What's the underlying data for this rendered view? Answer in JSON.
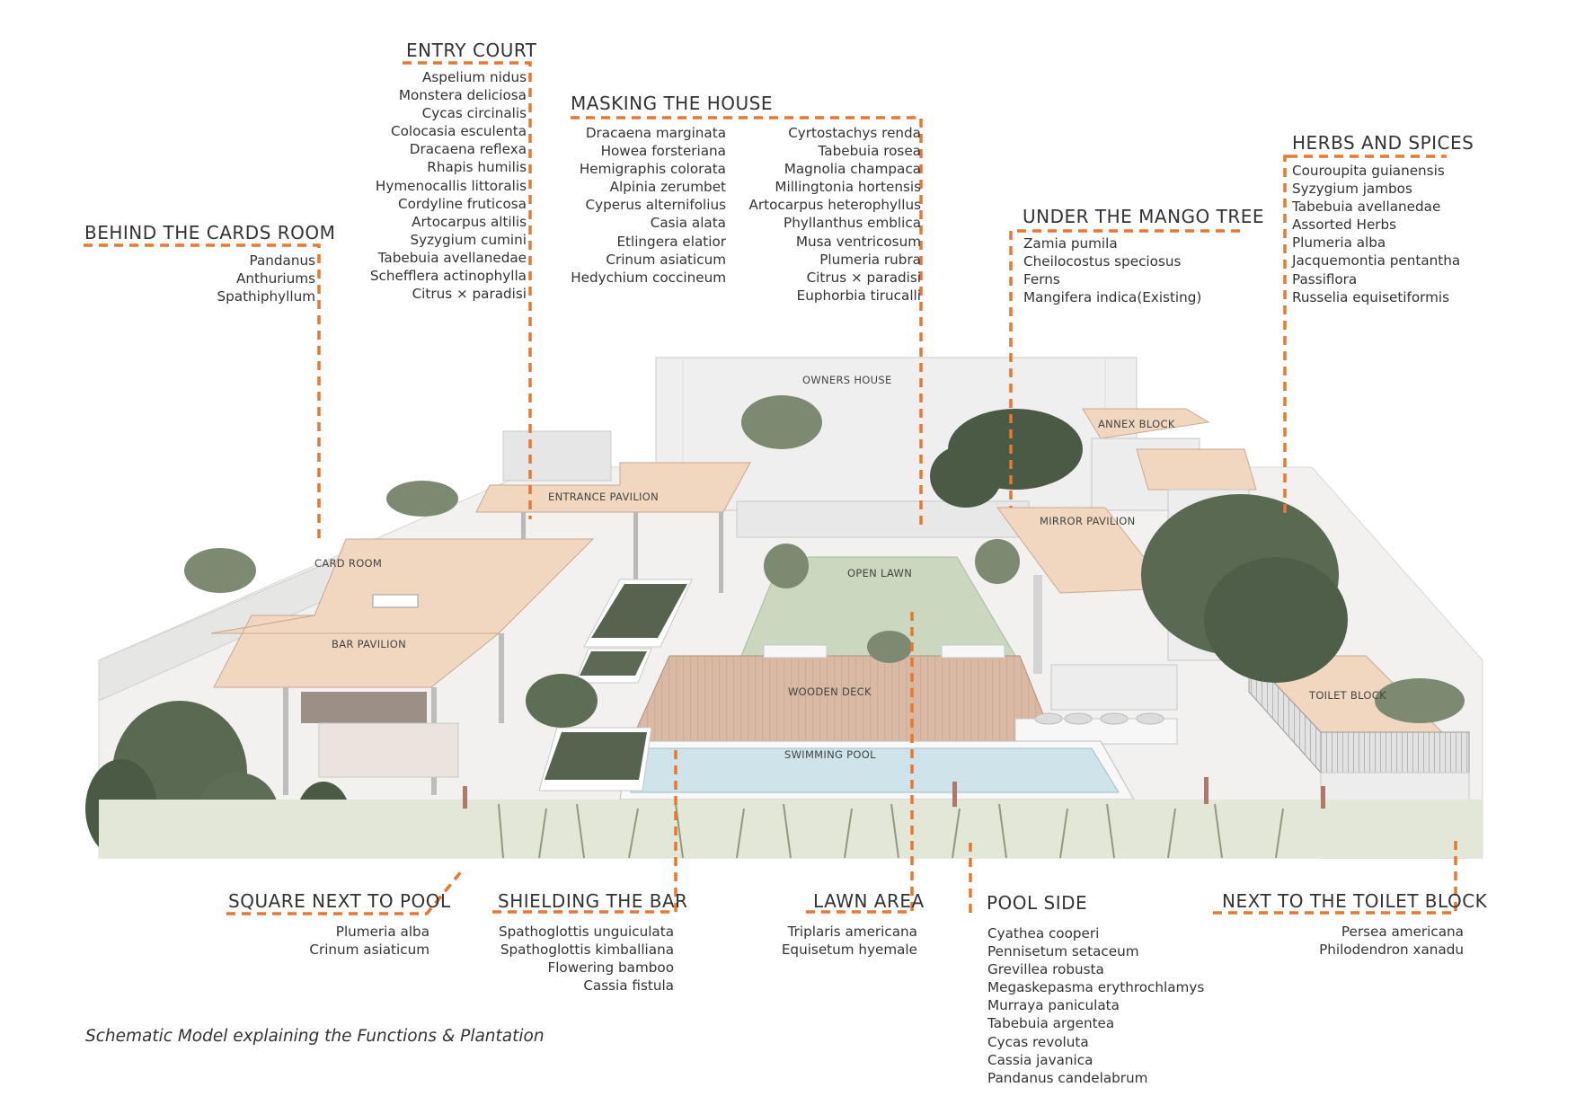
{
  "caption": "Schematic Model explaining the Functions & Plantation",
  "colors": {
    "leader": "#E8782E",
    "roof": "#F1D7C0",
    "lawn": "#C9D8BE",
    "deck": "#D9B8A4",
    "pool": "#CFE3EA",
    "foliage": "#4A5A45"
  },
  "model_labels": {
    "owners_house": "OWNERS HOUSE",
    "annex_block": "ANNEX BLOCK",
    "entrance_pavilion": "ENTRANCE PAVILION",
    "mirror_pavilion": "MIRROR PAVILION",
    "card_room": "CARD ROOM",
    "open_lawn": "OPEN  LAWN",
    "bar_pavilion": "BAR PAVILION",
    "wooden_deck": "WOODEN DECK",
    "toilet_block": "TOILET  BLOCK",
    "swimming_pool": "SWIMMING POOL"
  },
  "zones": {
    "entry_court": {
      "title": "ENTRY COURT",
      "plants": [
        "Aspelium nidus",
        "Monstera deliciosa",
        "Cycas circinalis",
        "Colocasia esculenta",
        "Dracaena reflexa",
        "Rhapis humilis",
        "Hymenocallis littoralis",
        "Cordyline fruticosa",
        "Artocarpus altilis",
        "Syzygium cumini",
        "Tabebuia avellanedae",
        "Schefflera actinophylla",
        "Citrus × paradisi"
      ]
    },
    "masking_the_house": {
      "title": "MASKING THE HOUSE",
      "plants_left": [
        "Dracaena marginata",
        "Howea forsteriana",
        "Hemigraphis colorata",
        "Alpinia zerumbet",
        "Cyperus alternifolius",
        "Casia alata",
        "Etlingera elatior",
        "Crinum asiaticum",
        "Hedychium coccineum"
      ],
      "plants_right": [
        "Cyrtostachys renda",
        "Tabebuia rosea",
        "Magnolia champaca",
        "Millingtonia hortensis",
        "Artocarpus heterophyllus",
        "Phyllanthus emblica",
        "Musa ventricosum",
        "Plumeria rubra",
        "Citrus × paradisi",
        "Euphorbia tirucalli"
      ]
    },
    "herbs_and_spices": {
      "title": "HERBS AND SPICES",
      "plants": [
        "Couroupita guianensis",
        "Syzygium jambos",
        "Tabebuia avellanedae",
        "Assorted Herbs",
        "Plumeria alba",
        "Jacquemontia pentantha",
        "Passiflora",
        "Russelia equisetiformis"
      ]
    },
    "under_the_mango_tree": {
      "title": "UNDER THE MANGO TREE",
      "plants": [
        "Zamia pumila",
        "Cheilocostus speciosus",
        "Ferns",
        "Mangifera indica(Existing)"
      ]
    },
    "behind_the_cards_room": {
      "title": "BEHIND THE CARDS ROOM",
      "plants": [
        "Pandanus",
        "Anthuriums",
        "Spathiphyllum"
      ]
    },
    "square_next_to_pool": {
      "title": "SQUARE NEXT TO POOL",
      "plants": [
        "Plumeria alba",
        "Crinum asiaticum"
      ]
    },
    "shielding_the_bar": {
      "title": "SHIELDING THE BAR",
      "plants": [
        "Spathoglottis unguiculata",
        "Spathoglottis kimballiana",
        "Flowering bamboo",
        "Cassia fistula"
      ]
    },
    "lawn_area": {
      "title": "LAWN AREA",
      "plants": [
        "Triplaris americana",
        "Equisetum hyemale"
      ]
    },
    "pool_side": {
      "title": "POOL SIDE",
      "plants": [
        "Cyathea cooperi",
        "Pennisetum setaceum",
        "Grevillea robusta",
        "Megaskepasma erythrochlamys",
        "Murraya paniculata",
        "Tabebuia argentea",
        "Cycas revoluta",
        "Cassia javanica",
        "Pandanus candelabrum"
      ]
    },
    "next_to_the_toilet_block": {
      "title": "NEXT TO THE TOILET BLOCK",
      "plants": [
        "Persea americana",
        "Philodendron xanadu"
      ]
    }
  }
}
